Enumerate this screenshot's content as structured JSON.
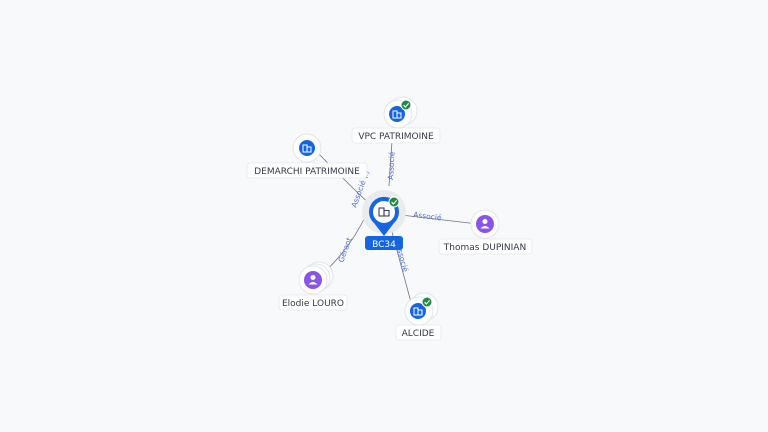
{
  "colors": {
    "company": "#1565e3",
    "person": "#8a55e6",
    "verified": "#1f8a46",
    "edge_label": "#4f6fd8",
    "center_pin": "#1565e3"
  },
  "center": {
    "label": "BC34",
    "icon": "building-icon",
    "verified": true
  },
  "nodes": [
    {
      "id": "vpc",
      "label": "VPC PATRIMOINE",
      "kind": "company",
      "icon": "building-icon",
      "verified": true
    },
    {
      "id": "demarchi",
      "label": "DEMARCHI PATRIMOINE",
      "kind": "company",
      "icon": "building-icon",
      "verified": false
    },
    {
      "id": "thomas",
      "label": "Thomas DUPINIAN",
      "kind": "person",
      "icon": "person-icon",
      "verified": false
    },
    {
      "id": "elodie",
      "label": "Elodie LOURO",
      "kind": "person",
      "icon": "person-icon",
      "verified": false
    },
    {
      "id": "alcide",
      "label": "ALCIDE",
      "kind": "company",
      "icon": "building-icon",
      "verified": true
    }
  ],
  "edges": [
    {
      "from": "vpc",
      "label": "Associé"
    },
    {
      "from": "demarchi",
      "label": "Associé (I)"
    },
    {
      "from": "thomas",
      "label": "Associé"
    },
    {
      "from": "elodie",
      "label": "Gérant"
    },
    {
      "from": "alcide",
      "label": "Associé"
    }
  ]
}
